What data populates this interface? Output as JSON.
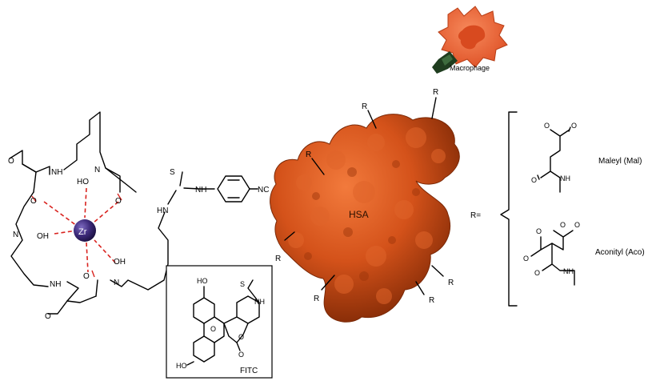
{
  "figure": {
    "metal": "Zr",
    "atoms": {
      "O": "O",
      "OH": "OH",
      "HO": "HO",
      "NH": "NH",
      "HN": "HN",
      "N": "N",
      "S": "S",
      "NC": "NC",
      "R": "R"
    },
    "protein_label": "HSA",
    "macrophage_label": "Macrophage",
    "fitc_label": "FITC",
    "r_equals": "R=",
    "substituents": [
      {
        "name": "Maleyl (Mal)"
      },
      {
        "name": "Aconityl (Aco)"
      }
    ],
    "colors": {
      "protein": "#d4521a",
      "protein_dark": "#8a2e08",
      "macrophage": "#f0683a",
      "nucleus": "#d84a1f",
      "metal": "#3d2a7a",
      "coordination": "#d9231f",
      "receptor": "#1f3d1f"
    }
  }
}
